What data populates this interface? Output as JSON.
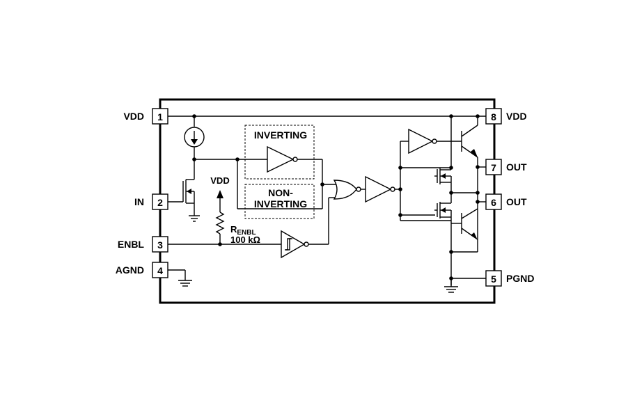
{
  "pins": [
    {
      "number": "1",
      "name": "VDD"
    },
    {
      "number": "2",
      "name": "IN"
    },
    {
      "number": "3",
      "name": "ENBL"
    },
    {
      "number": "4",
      "name": "AGND"
    },
    {
      "number": "5",
      "name": "PGND"
    },
    {
      "number": "6",
      "name": "OUT"
    },
    {
      "number": "7",
      "name": "OUT"
    },
    {
      "number": "8",
      "name": "VDD"
    }
  ],
  "blocks": {
    "inverting": "INVERTING",
    "non_inverting_line1": "NON-",
    "non_inverting_line2": "INVERTING"
  },
  "pullup": {
    "supply": "VDD",
    "resistor_name": "R",
    "resistor_subscript": "ENBL",
    "resistor_value": "100 kΩ"
  }
}
